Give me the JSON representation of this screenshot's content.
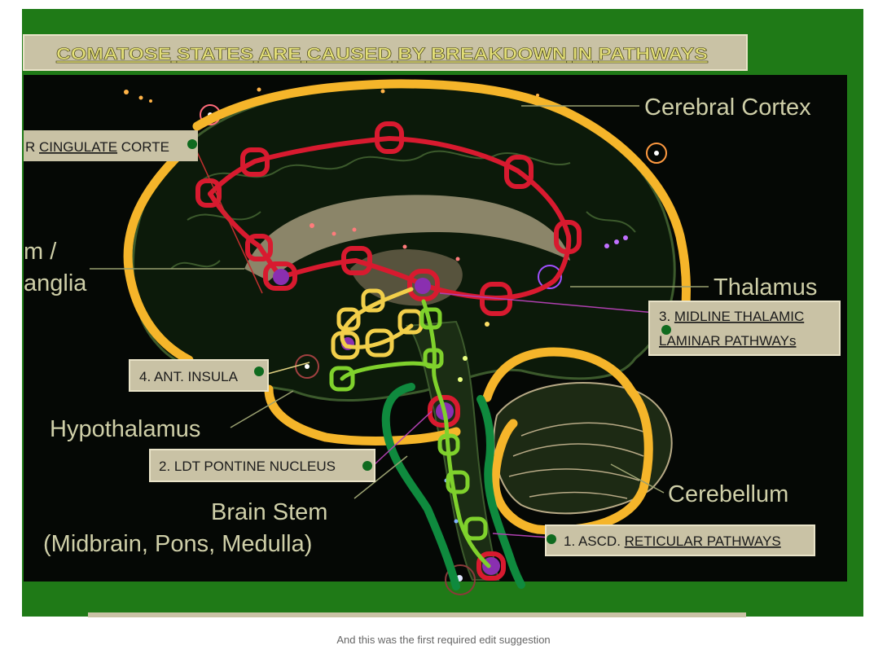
{
  "banner": {
    "words": [
      "COMATOSE",
      "STATES",
      "ARE",
      "CAUSED",
      "BY",
      "BREAKDOWN",
      "IN",
      "PATHWAYS"
    ]
  },
  "labels": {
    "cerebral_cortex": "Cerebral Cortex",
    "thalamus": "Thalamus",
    "hypothalamus": "Hypothalamus",
    "cerebellum": "Cerebellum",
    "brain_stem": "Brain Stem",
    "brain_stem_sub": "(Midbrain, Pons, Medulla)",
    "striatum_cut": "m /",
    "ganglia_cut": "anglia"
  },
  "boxes": {
    "cingulate": {
      "prefix": "R ",
      "underlined": "CINGULATE",
      "suffix": " CORTE"
    },
    "thalamic": {
      "prefix": "3. ",
      "line1": "MIDLINE THALAMIC",
      "line2": "LAMINAR PATHWAYs"
    },
    "insula": {
      "text": "4. ANT. INSULA"
    },
    "ldt": {
      "text": "2. LDT PONTINE NUCLEUS"
    },
    "ascd": {
      "prefix": "1. ASCD. ",
      "underlined": "RETICULAR PATHWAYS"
    }
  },
  "caption": "And this was the first required edit suggestion",
  "colors": {
    "frame_green": "#1f7a17",
    "background": "#050805",
    "label_box": "#c9c2a5",
    "annotation_yellow": "#f5b52a",
    "annotation_red": "#d81a2f",
    "annotation_light_green": "#7fd12c",
    "annotation_dark_green": "#0f8a3e",
    "annotation_light_yellow": "#f2cf4a",
    "node_purple": "#8a2fb0"
  }
}
